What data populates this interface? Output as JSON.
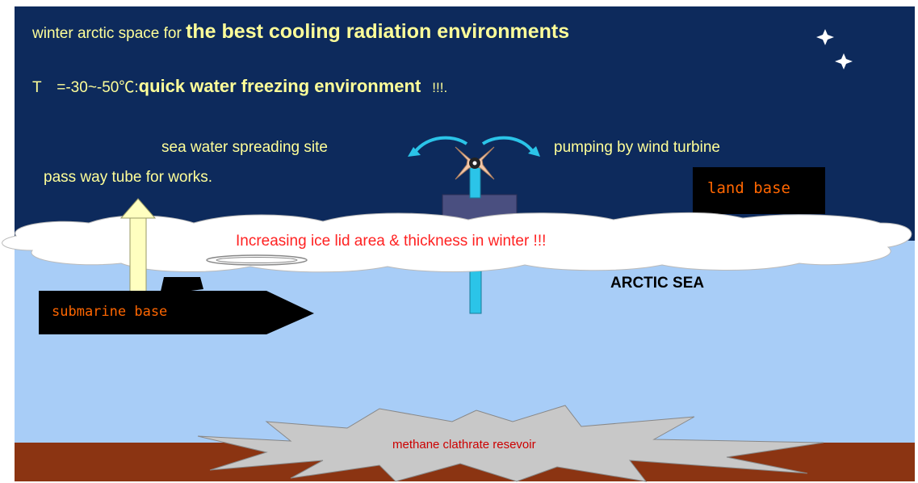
{
  "colors": {
    "sky": "#0d2a5c",
    "sea": "#a8cdf7",
    "seabed": "#8b3412",
    "ice_lid": "#ffffff",
    "methane": "#c8c8c8",
    "tube": "#ffffc0",
    "turbine_pole": "#2bc4e8",
    "turbine_base": "#4a4f80",
    "turbine_blades": "#f2c7a8",
    "arrows": "#2bc4e8",
    "text_yellow": "#ffff99",
    "text_orange": "#ff6600",
    "text_red": "#ff2222"
  },
  "labels": {
    "title_prefix": "winter arctic space for ",
    "title_bold": "the best cooling radiation environments",
    "temperature_prefix": "T　=-30~-50℃:",
    "temperature_bold": "quick water freezing environment",
    "temperature_suffix": "!!!.",
    "spreading_site": "sea water spreading site",
    "pumping": "pumping by wind turbine",
    "pass_way": "pass way tube for works.",
    "land_base": "land base",
    "ice_lid": "Increasing ice lid area & thickness in winter !!!",
    "arctic_sea": "ARCTIC SEA",
    "submarine": "submarine base",
    "methane": "methane clathrate resevoir"
  },
  "icons": [
    "star-icon",
    "star-icon",
    "wind-turbine-icon",
    "curved-arrow-left-icon",
    "curved-arrow-right-icon",
    "up-arrow-icon",
    "submarine-icon"
  ]
}
